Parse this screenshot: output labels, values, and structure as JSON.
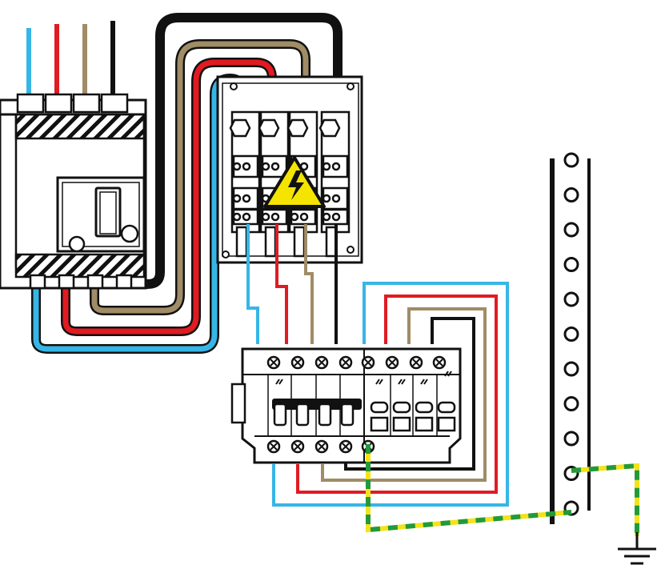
{
  "diagram": {
    "wire_colors": {
      "blue": "#36b6e6",
      "red": "#e01b22",
      "tan": "#a08c66",
      "black": "#111111",
      "earth_green": "#229a3a",
      "earth_yellow": "#f4e21a"
    },
    "warning_sign": {
      "fill": "#f5e400",
      "symbol": "lightning-bolt"
    },
    "components": [
      "main-circuit-breaker",
      "distribution-terminal-block",
      "modular-din-devices",
      "earth-busbar",
      "ground-symbol"
    ]
  }
}
